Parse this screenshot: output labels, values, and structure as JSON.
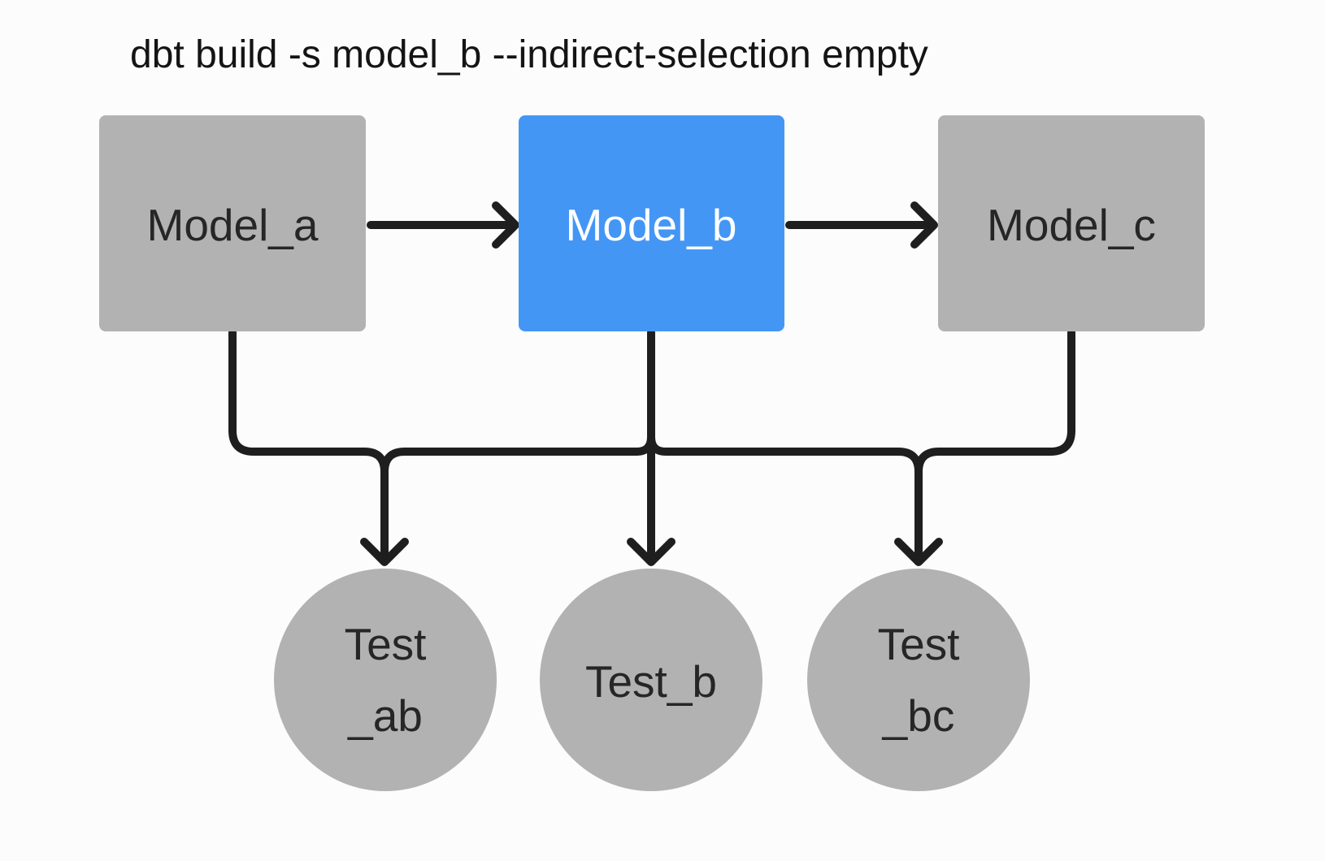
{
  "title": "dbt build -s model_b --indirect-selection empty",
  "colors": {
    "background": "#FCFCFC",
    "node_gray": "#B2B2B2",
    "accent_blue": "#4496F5",
    "wire": "#1E1E1E",
    "title_text": "#141414",
    "node_text_dark": "#262626",
    "node_text_light": "#FFFFFF"
  },
  "models": [
    {
      "id": "model_a",
      "label": "Model_a",
      "highlighted": false
    },
    {
      "id": "model_b",
      "label": "Model_b",
      "highlighted": true
    },
    {
      "id": "model_c",
      "label": "Model_c",
      "highlighted": false
    }
  ],
  "tests": [
    {
      "id": "test_ab",
      "line1": "Test",
      "line2": "_ab"
    },
    {
      "id": "test_b",
      "line1": "Test_b"
    },
    {
      "id": "test_bc",
      "line1": "Test",
      "line2": "_bc"
    }
  ],
  "edges": [
    {
      "from": "model_a",
      "to": "model_b"
    },
    {
      "from": "model_b",
      "to": "model_c"
    },
    {
      "from": "model_a",
      "to": "test_ab"
    },
    {
      "from": "model_b",
      "to": "test_ab"
    },
    {
      "from": "model_b",
      "to": "test_b"
    },
    {
      "from": "model_b",
      "to": "test_bc"
    },
    {
      "from": "model_c",
      "to": "test_bc"
    }
  ]
}
